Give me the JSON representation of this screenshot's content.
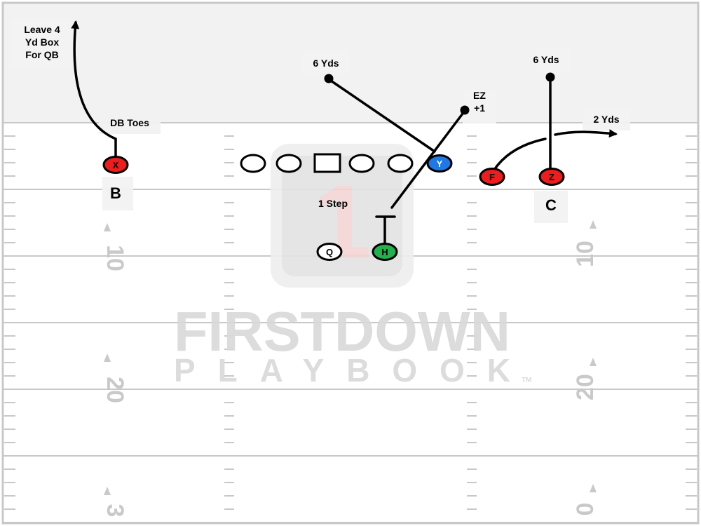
{
  "diagram": {
    "players": {
      "x": "X",
      "y": "Y",
      "z": "Z",
      "f": "F",
      "h": "H",
      "q": "Q"
    },
    "colors": {
      "red": "#ee1c1c",
      "blue": "#1e78e6",
      "green": "#22b14c",
      "endzone": "#f2f2f2",
      "field_line": "#c8c8c8"
    },
    "labels": {
      "leave_line1": "Leave 4",
      "leave_line2": "Yd Box",
      "leave_line3": "For QB",
      "db_toes": "DB Toes",
      "six_yds_y": "6 Yds",
      "six_yds_z": "6 Yds",
      "ez_line1": "EZ",
      "ez_line2": "+1",
      "two_yds": "2 Yds",
      "one_step": "1 Step",
      "b": "B",
      "c": "C"
    },
    "yard_numbers": {
      "left_10": "10",
      "left_20": "20",
      "left_30": "3",
      "right_10": "10",
      "right_20": "20",
      "right_30": "0"
    },
    "watermark": {
      "word1": "FIRSTDOWN",
      "word2": "PLAYBOOK",
      "tm": "TM",
      "logo_mark": "1"
    }
  }
}
